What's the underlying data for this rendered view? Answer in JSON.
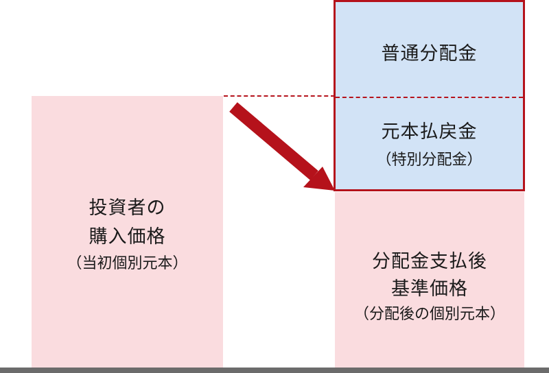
{
  "left_column": {
    "line1": "投資者の",
    "line2": "購入価格",
    "line3": "（当初個別元本）"
  },
  "distribution": {
    "ordinary": "普通分配金",
    "principal_return": "元本払戻金",
    "principal_return_sub": "（特別分配金）"
  },
  "right_column": {
    "line1": "分配金支払後",
    "line2": "基準価格",
    "line3": "（分配後の個別元本）"
  },
  "colors": {
    "accent_red": "#b5121b",
    "pink_fill": "#fadcdf",
    "blue_fill": "#d2e3f6"
  }
}
